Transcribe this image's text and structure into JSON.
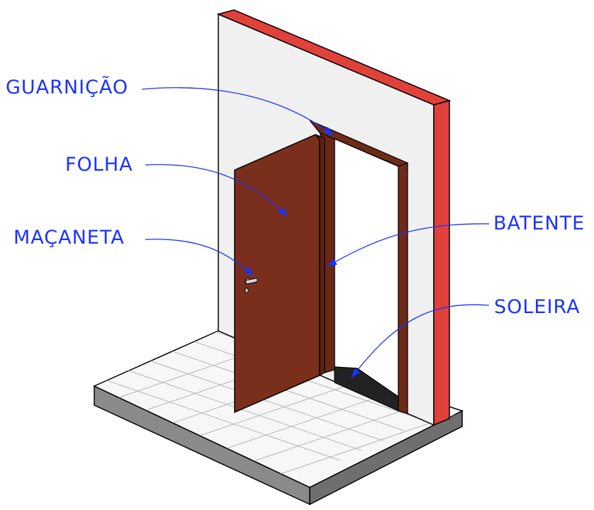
{
  "labels": {
    "guarnicao": "GUARNIÇÃO",
    "folha": "FOLHA",
    "macaneta": "MAÇANETA",
    "batente": "BATENTE",
    "soleira": "SOLEIRA"
  },
  "colors": {
    "label": "#1a33ff",
    "wall_face": "#f0f0f0",
    "wall_cut": "#e0413a",
    "door_leaf": "#7a2e1c",
    "frame": "#6e2a18",
    "floor_tile": "#f7f7f7",
    "slab_side": "#8a8a8a",
    "threshold": "#222222"
  }
}
